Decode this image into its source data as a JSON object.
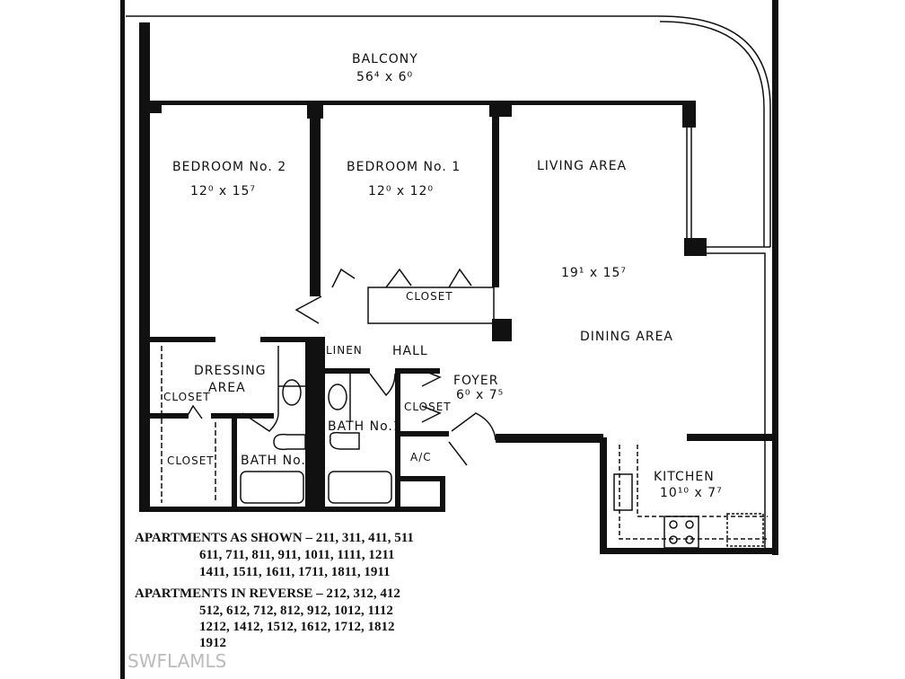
{
  "rooms": {
    "balcony": {
      "name": "BALCONY",
      "size": "56⁴ x 6⁰"
    },
    "bedroom2": {
      "name": "BEDROOM No. 2",
      "size": "12⁰ x 15⁷"
    },
    "bedroom1": {
      "name": "BEDROOM No. 1",
      "size": "12⁰ x 12⁰"
    },
    "living": {
      "name": "LIVING AREA",
      "size": "19¹ x 15⁷"
    },
    "dining": {
      "name": "DINING AREA"
    },
    "closet_bed1": "CLOSET",
    "linen": "LINEN",
    "hall": "HALL",
    "dressing": {
      "line1": "DRESSING",
      "line2": "AREA"
    },
    "closet_dressing": "CLOSET",
    "closet_lower": "CLOSET",
    "bath2": "BATH No.2",
    "bath1": "BATH No.1",
    "closet_foyer": "CLOSET",
    "foyer": {
      "name": "FOYER",
      "size": "6⁰ x 7⁵"
    },
    "ac": "A/C",
    "kitchen": {
      "name": "KITCHEN",
      "size": "10¹⁰ x 7⁷"
    }
  },
  "notes": {
    "shown_label": "APARTMENTS AS SHOWN – 211, 311, 411, 511",
    "shown_line2": "611, 711, 811, 911, 1011, 1111, 1211",
    "shown_line3": "1411, 1511, 1611, 1711, 1811, 1911",
    "reverse_label": "APARTMENTS IN REVERSE – 212, 312, 412",
    "reverse_line2": "512, 612, 712, 812, 912, 1012, 1112",
    "reverse_line3": "1212, 1412, 1512, 1612, 1712, 1812",
    "reverse_line4": "1912"
  },
  "watermark": "SWFLAMLS"
}
